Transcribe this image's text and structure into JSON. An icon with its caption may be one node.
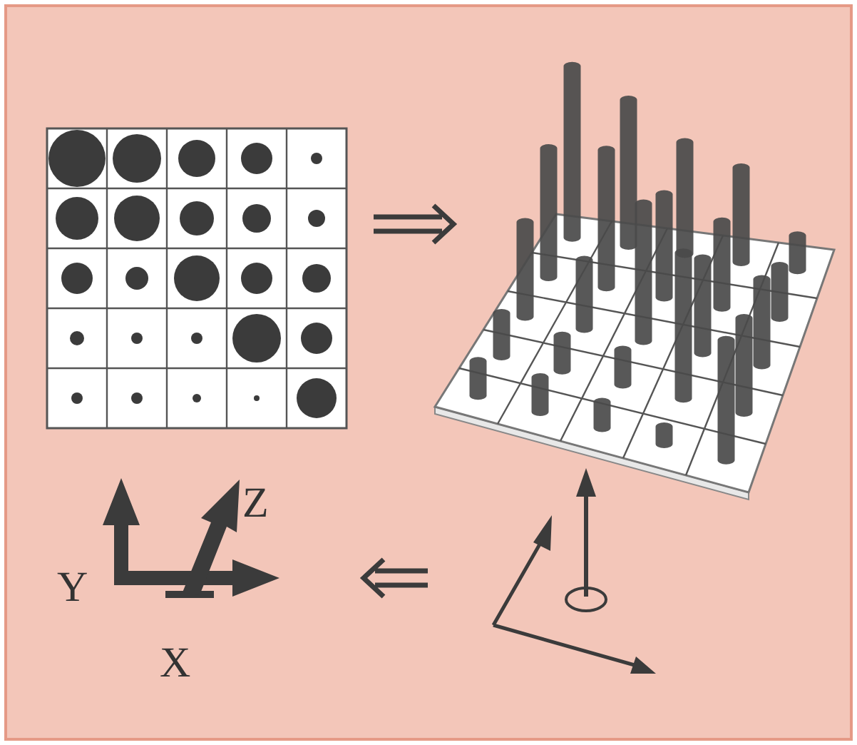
{
  "diagram": {
    "nodes": [
      {
        "text": [],
        "shape": "picture"
      },
      {
        "text": [],
        "shape": "picture"
      },
      {
        "text": [],
        "shape": "picture"
      },
      {
        "text": [],
        "shape": "picture"
      }
    ],
    "edges": [
      {
        "from": 0,
        "to": 1,
        "arrow": "to"
      },
      {
        "from": 3,
        "to": 2,
        "arrow": "to"
      }
    ],
    "labels": [
      "Z",
      "Y",
      "X"
    ]
  }
}
